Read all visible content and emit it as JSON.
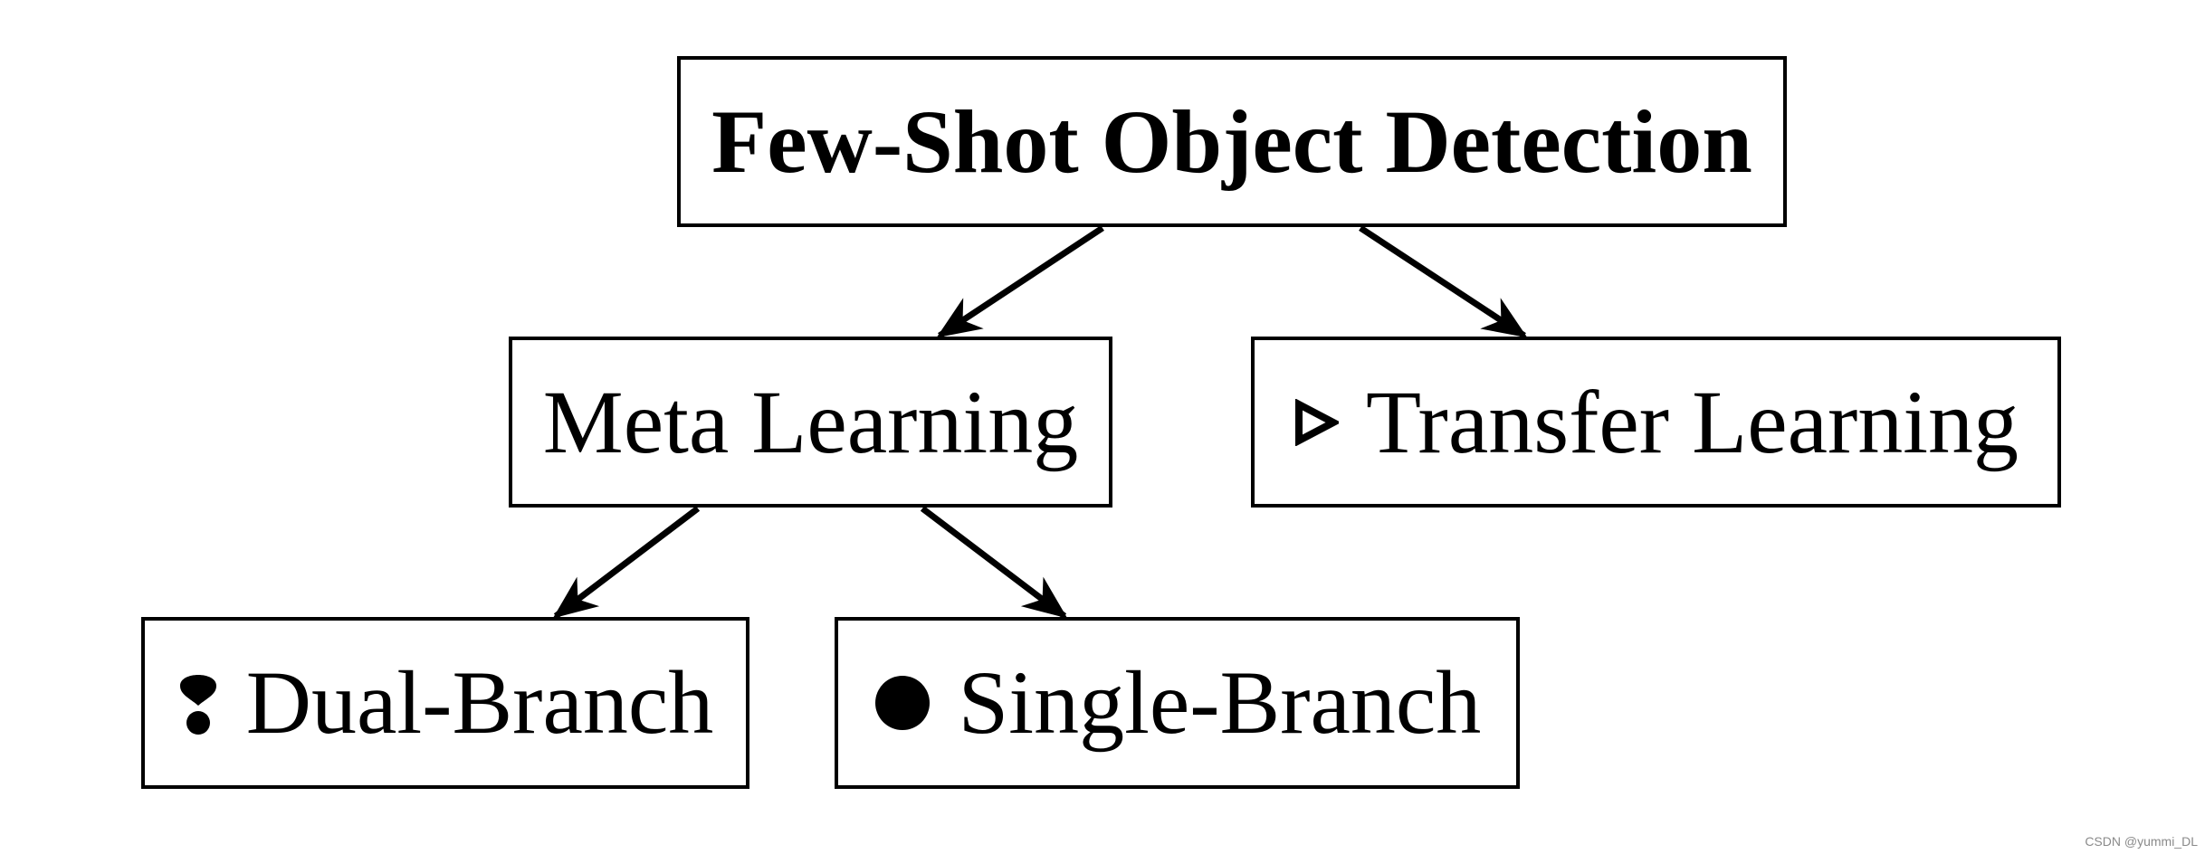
{
  "diagram": {
    "root": {
      "label": "Few-Shot Object Detection"
    },
    "meta_learning": {
      "label": "Meta Learning"
    },
    "transfer_learning": {
      "label": "Transfer Learning",
      "marker": "triangle-right-outline-icon"
    },
    "dual_branch": {
      "label": "Dual-Branch",
      "marker": "dumbbell-icon"
    },
    "single_branch": {
      "label": "Single-Branch",
      "marker": "filled-circle-icon"
    },
    "edges": [
      {
        "from": "root",
        "to": "meta_learning"
      },
      {
        "from": "root",
        "to": "transfer_learning"
      },
      {
        "from": "meta_learning",
        "to": "dual_branch"
      },
      {
        "from": "meta_learning",
        "to": "single_branch"
      }
    ]
  },
  "watermark": "CSDN @yummi_DL"
}
